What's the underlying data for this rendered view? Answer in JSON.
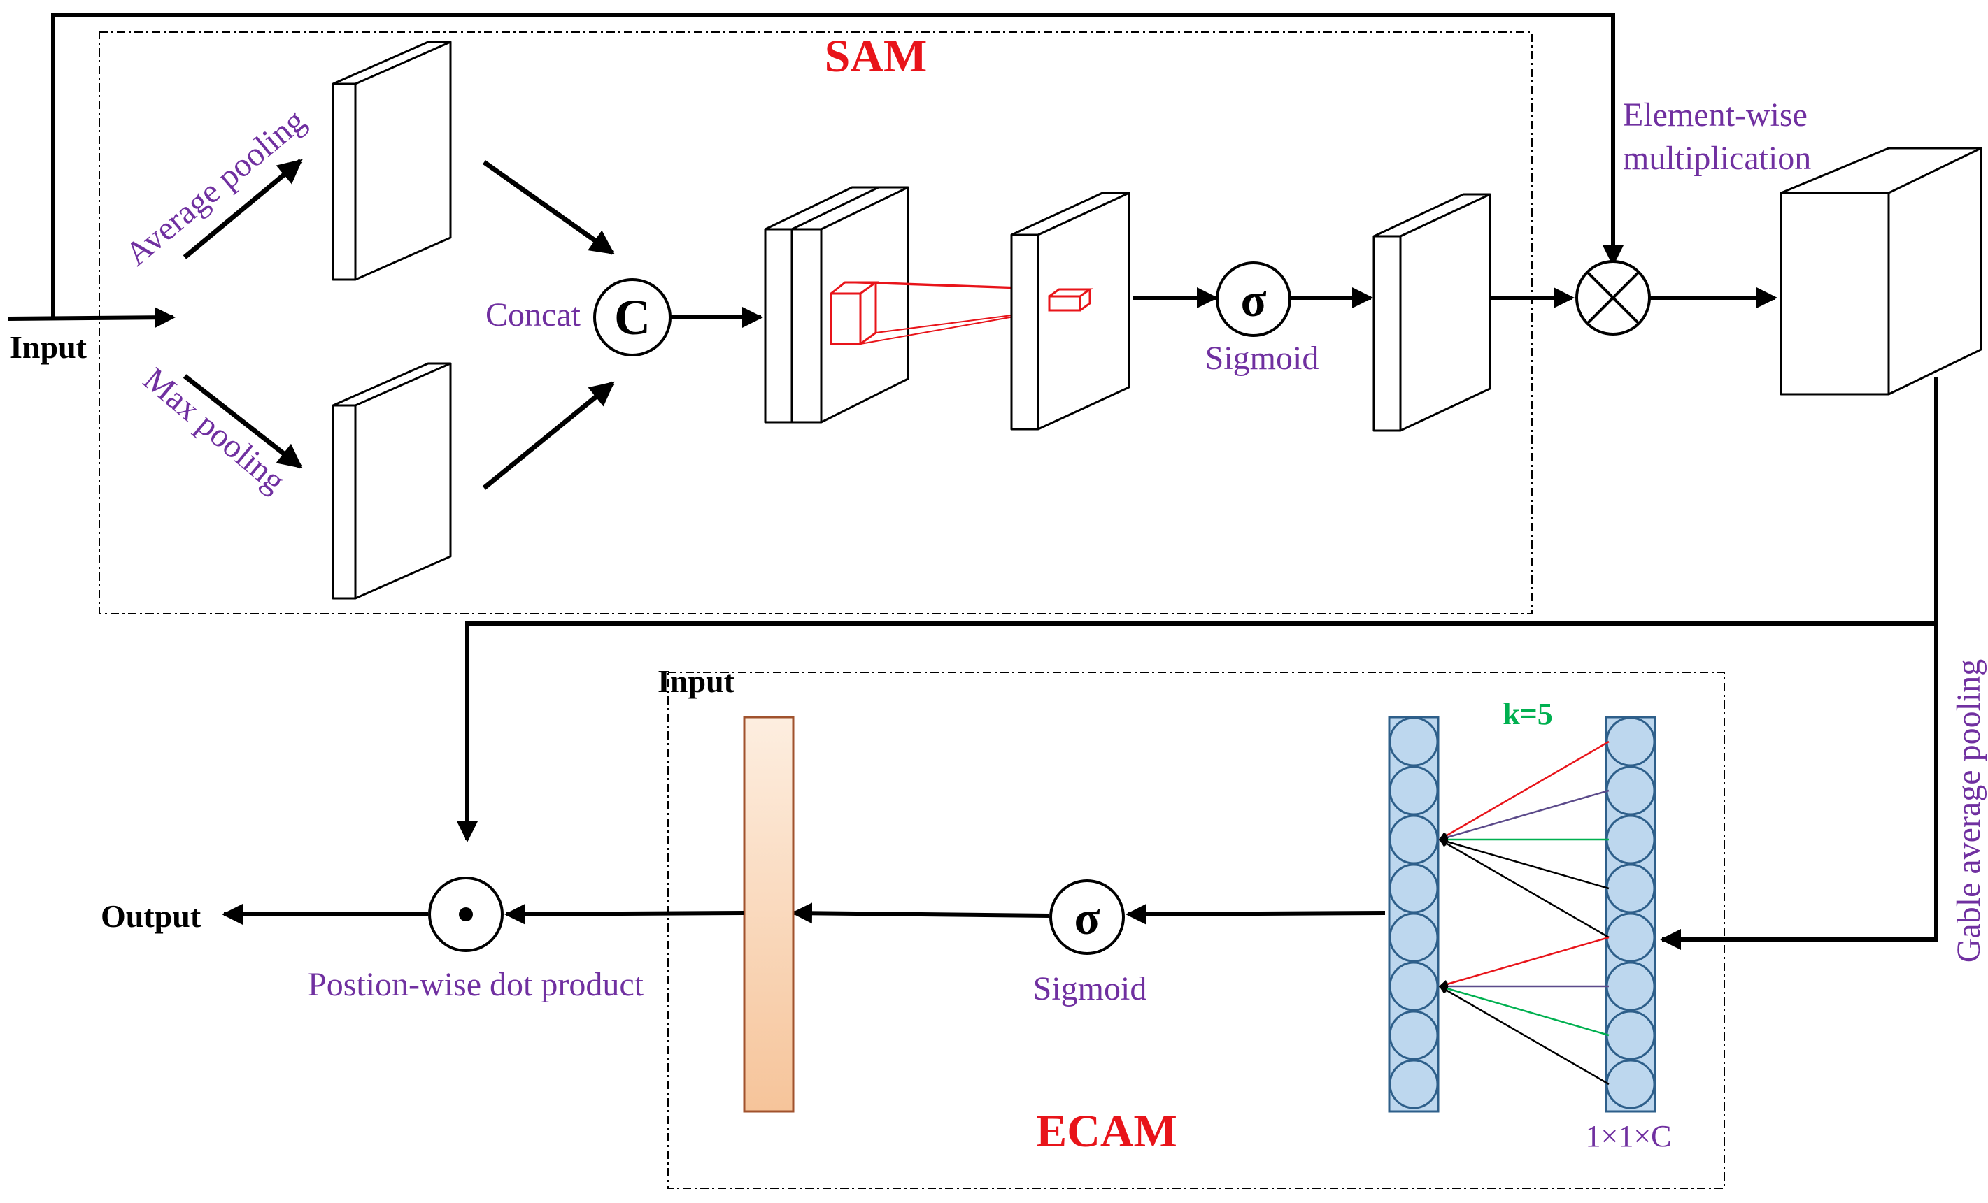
{
  "sam": {
    "title": "SAM",
    "input_label": "Input",
    "avg_pool_label": "Average pooling",
    "max_pool_label": "Max pooling",
    "concat_label": "Concat",
    "concat_symbol": "C",
    "sigmoid_symbol": "σ",
    "sigmoid_label": "Sigmoid",
    "multiply_label_line1": "Element-wise",
    "multiply_label_line2": "multiplication"
  },
  "ecam": {
    "title": "ECAM",
    "input_label": "Input",
    "gap_label": "Gable average pooling",
    "kernel_label": "k=5",
    "channel_label": "1×1×C",
    "sigmoid_symbol": "σ",
    "sigmoid_label": "Sigmoid",
    "dot_label": "Postion-wise dot product",
    "output_label": "Output"
  },
  "colors": {
    "title_red": "#e8141a",
    "label_purple": "#7030a0",
    "kernel_green": "#00b050",
    "conv_red": "#e8141a",
    "node_fill": "#bdd7ee",
    "node_stroke": "#2e5f8a",
    "bar_fill_top": "#fdeee0",
    "bar_fill_bottom": "#f6c49a",
    "bar_stroke": "#a0522d"
  }
}
